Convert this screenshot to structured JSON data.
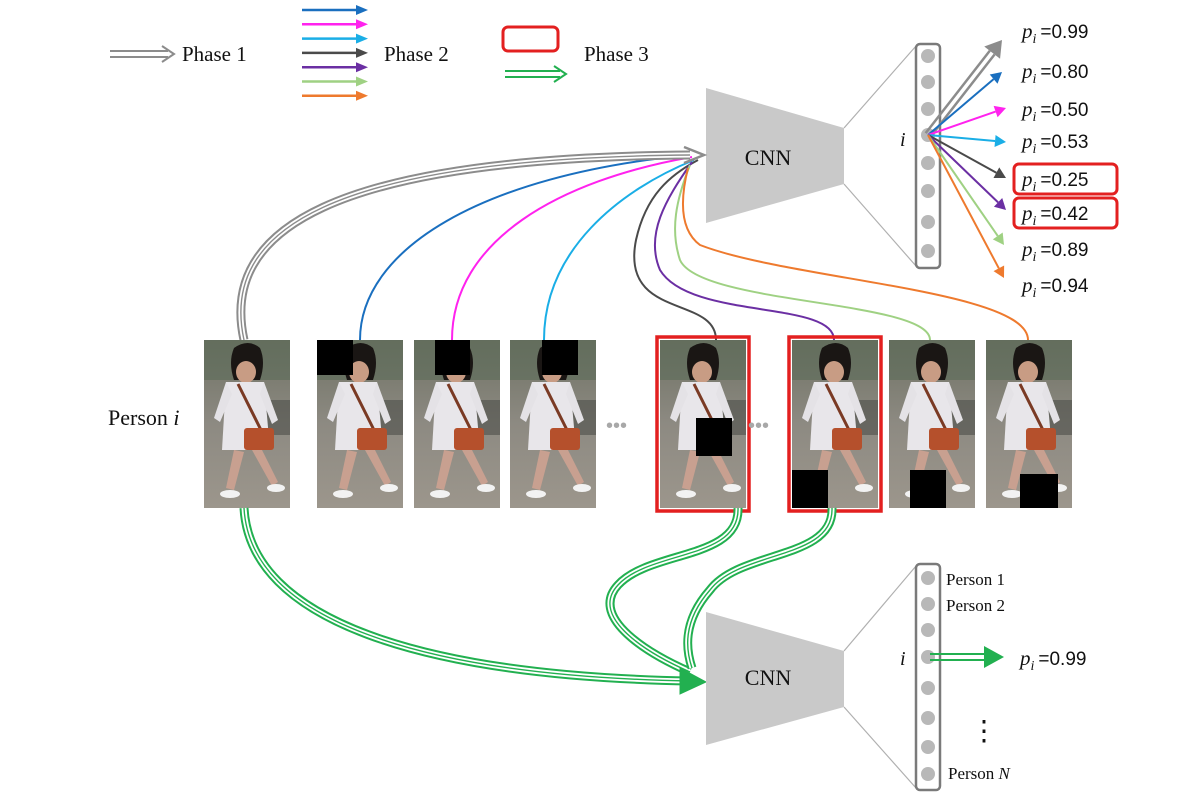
{
  "legend": {
    "phase1": "Phase 1",
    "phase2": "Phase 2",
    "phase3": "Phase 3",
    "phase2_colors": [
      "#1a6fbf",
      "#ff22ee",
      "#1aaee6",
      "#4a4a4a",
      "#6b2fa3",
      "#9fd183",
      "#ee7a2e"
    ],
    "phase1_color": "#8c8c8c",
    "phase3_color": "#22b050",
    "highlight_color": "#e32020"
  },
  "top_network": {
    "cnn_label": "CNN",
    "index_label": "i",
    "outputs": [
      {
        "prob_symbol": "p",
        "prob_sub": "i",
        "value": "=0.99",
        "color": "#8c8c8c",
        "highlight": false
      },
      {
        "prob_symbol": "p",
        "prob_sub": "i",
        "value": "=0.80",
        "color": "#1a6fbf",
        "highlight": false
      },
      {
        "prob_symbol": "p",
        "prob_sub": "i",
        "value": "=0.50",
        "color": "#ff22ee",
        "highlight": false
      },
      {
        "prob_symbol": "p",
        "prob_sub": "i",
        "value": "=0.53",
        "color": "#1aaee6",
        "highlight": false
      },
      {
        "prob_symbol": "p",
        "prob_sub": "i",
        "value": "=0.25",
        "color": "#4a4a4a",
        "highlight": true
      },
      {
        "prob_symbol": "p",
        "prob_sub": "i",
        "value": "=0.42",
        "color": "#6b2fa3",
        "highlight": true
      },
      {
        "prob_symbol": "p",
        "prob_sub": "i",
        "value": "=0.89",
        "color": "#9fd183",
        "highlight": false
      },
      {
        "prob_symbol": "p",
        "prob_sub": "i",
        "value": "=0.94",
        "color": "#ee7a2e",
        "highlight": false
      }
    ]
  },
  "person_row": {
    "label_text": "Person ",
    "label_var": "i",
    "dots": "•••"
  },
  "bottom_network": {
    "cnn_label": "CNN",
    "index_label": "i",
    "classes": [
      "Person 1",
      "Person 2"
    ],
    "last_class_text": "Person ",
    "last_class_var": "N",
    "vertical_dots": "⋮",
    "output": {
      "prob_symbol": "p",
      "prob_sub": "i",
      "value": "=0.99"
    }
  }
}
